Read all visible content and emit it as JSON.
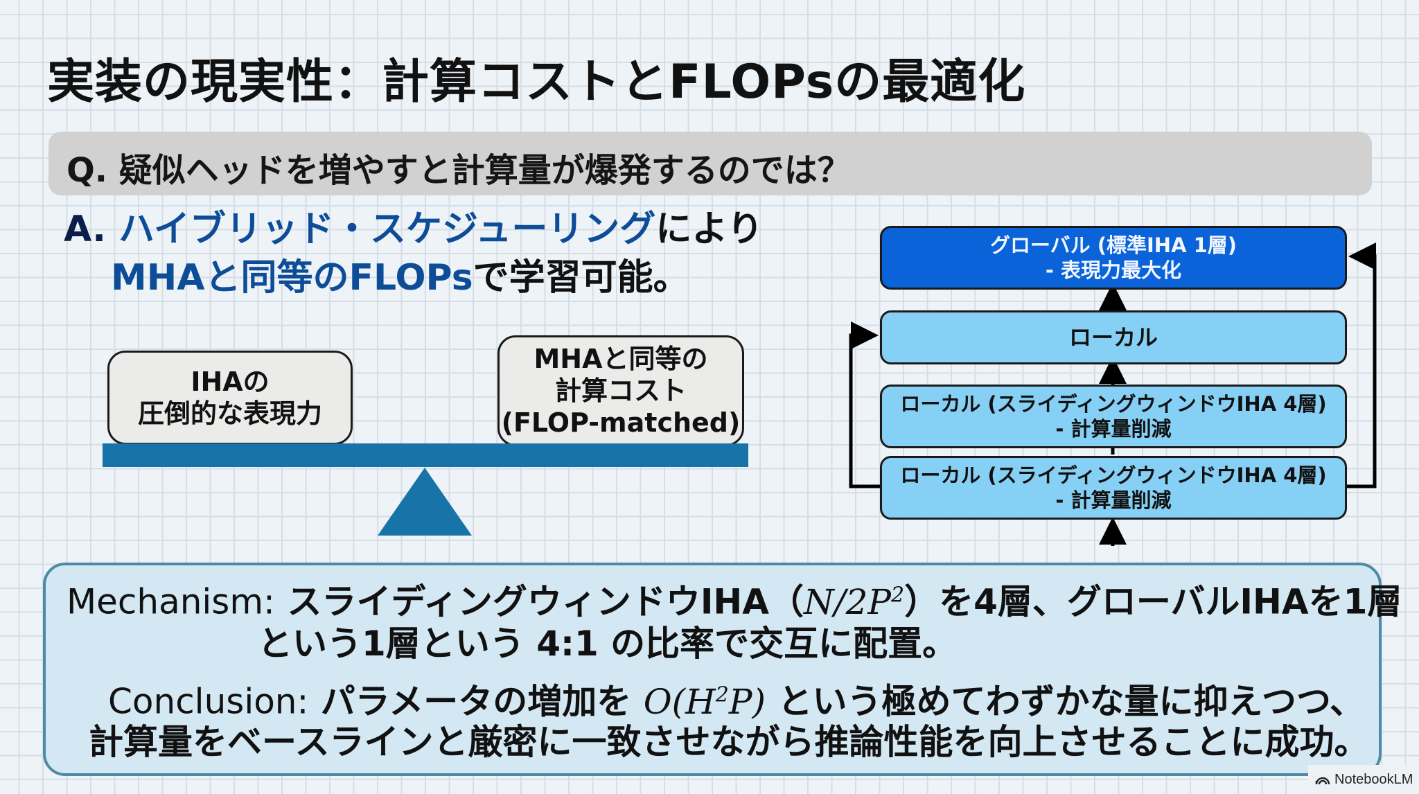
{
  "title": "実装の現実性：計算コストとFLOPsの最適化",
  "question": "Q. 疑似ヘッドを増やすと計算量が爆発するのでは？",
  "answer": {
    "prefix": "A.",
    "highlight1": "ハイブリッド・スケジューリング",
    "text1": "により",
    "highlight2": "MHAと同等のFLOPs",
    "text2": "で学習可能。"
  },
  "balance": {
    "left_box": [
      "IHAの",
      "圧倒的な表現力"
    ],
    "right_box": [
      "MHAと同等の",
      "計算コスト",
      "(FLOP-matched)"
    ],
    "beam_color": "#1874a8"
  },
  "diagram": {
    "layers": [
      {
        "type": "global",
        "line1": "グローバル (標準IHA 1層)",
        "line2": "- 表現力最大化",
        "color": "#0a63d8"
      },
      {
        "type": "local",
        "line1": "ローカル",
        "line2": "",
        "color": "#87d0f5"
      },
      {
        "type": "local",
        "line1": "ローカル (スライディングウィンドウIHA 4層)",
        "line2": "- 計算量削減",
        "color": "#87d0f5"
      },
      {
        "type": "local",
        "line1": "ローカル (スライディングウィンドウIHA 4層)",
        "line2": "- 計算量削減",
        "color": "#87d0f5"
      }
    ]
  },
  "mechanism": {
    "label": "Mechanism:",
    "text_a": "スライディングウィンドウIHA（",
    "math": "N/2P",
    "math_sup": "2",
    "text_b": "）を4層、グローバルIHAを1層",
    "line2": "という1層という 4:1 の比率で交互に配置。"
  },
  "conclusion": {
    "label": "Conclusion:",
    "text_a": "パラメータの増加を ",
    "math_a": "O(H",
    "math_sup": "2",
    "math_b": "P)",
    "text_b": " という極めてわずかな量に抑えつつ、",
    "line2": "計算量をベースラインと厳密に一致させながら推論性能を向上させることに成功。"
  },
  "brand": {
    "name": "NotebookLM",
    "icon": "notebooklm-logo-icon"
  }
}
